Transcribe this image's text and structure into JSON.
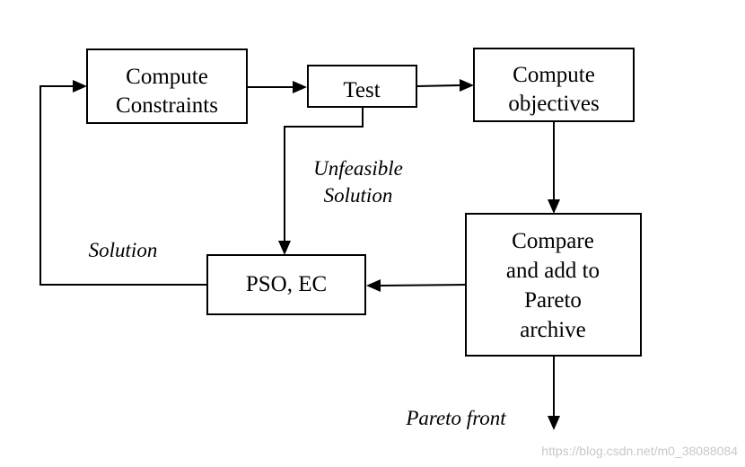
{
  "nodes": {
    "compute_constraints": [
      "Compute",
      "Constraints"
    ],
    "test": [
      "Test"
    ],
    "compute_objectives": [
      "Compute",
      "objectives"
    ],
    "compare_archive": [
      "Compare",
      "and add to",
      "Pareto",
      "archive"
    ],
    "pso_ec": [
      "PSO, EC"
    ]
  },
  "edge_labels": {
    "unfeasible": [
      "Unfeasible",
      "Solution"
    ],
    "solution": "Solution",
    "pareto_front": "Pareto front"
  },
  "watermark": "https://blog.csdn.net/m0_38088084"
}
